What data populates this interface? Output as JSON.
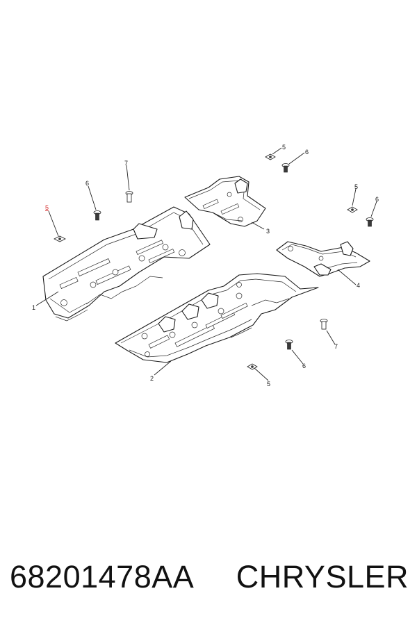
{
  "callouts": {
    "c1": "1",
    "c2": "2",
    "c3": "3",
    "c4": "4",
    "c5a": "5",
    "c5b": "5",
    "c5c": "5",
    "c5d": "5",
    "c6a": "6",
    "c6b": "6",
    "c6c": "6",
    "c6d": "6",
    "c7a": "7",
    "c7b": "7"
  },
  "footer": {
    "part_number": "68201478AA",
    "brand": "CHRYSLER"
  },
  "colors": {
    "highlight": "#d63030",
    "line": "#1a1a1a"
  }
}
